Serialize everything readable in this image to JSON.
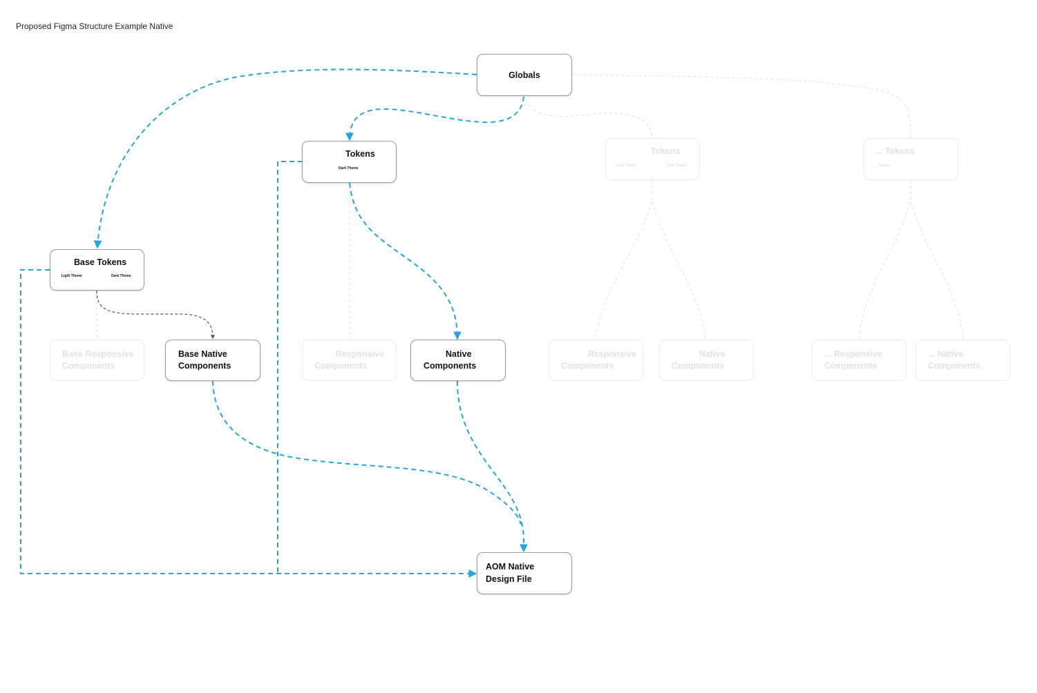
{
  "page": {
    "title": "Proposed Figma Structure Example Native"
  },
  "colors": {
    "accent_blue": "#2aa3d8",
    "faded_text": "#e2e2e2",
    "border": "#9a9a9a",
    "faded_border": "#ececec",
    "dark_dashed": "#555555"
  },
  "nodes": {
    "globals": {
      "label": "Globals"
    },
    "tokens": {
      "label": "Tokens",
      "sub": "Dark Theme"
    },
    "tokens_faded": {
      "label": "Tokens",
      "sub_left": "Light Theme",
      "sub_right": "Dark Theme"
    },
    "ellipsis_tokens": {
      "label": "... Tokens",
      "sub": "... Theme"
    },
    "base_tokens": {
      "label": "Base Tokens",
      "sub_left": "Light Theme",
      "sub_right": "Dark Theme"
    },
    "base_responsive": {
      "line1": "Base Responsive",
      "line2": "Components"
    },
    "base_native": {
      "line1": "Base Native",
      "line2": "Components"
    },
    "responsive_1": {
      "line1": "Responsive",
      "line2": "Components"
    },
    "native_components": {
      "line1": "Native",
      "line2": "Components"
    },
    "responsive_2": {
      "line1": "Responsive",
      "line2": "Components"
    },
    "native_2": {
      "line1": "Native",
      "line2": "Components"
    },
    "ellipsis_responsive": {
      "line1": "... Responsive",
      "line2": "Components"
    },
    "ellipsis_native": {
      "line1": "... Native",
      "line2": "Components"
    },
    "aom": {
      "line1": "AOM Native",
      "line2": "Design File"
    }
  }
}
